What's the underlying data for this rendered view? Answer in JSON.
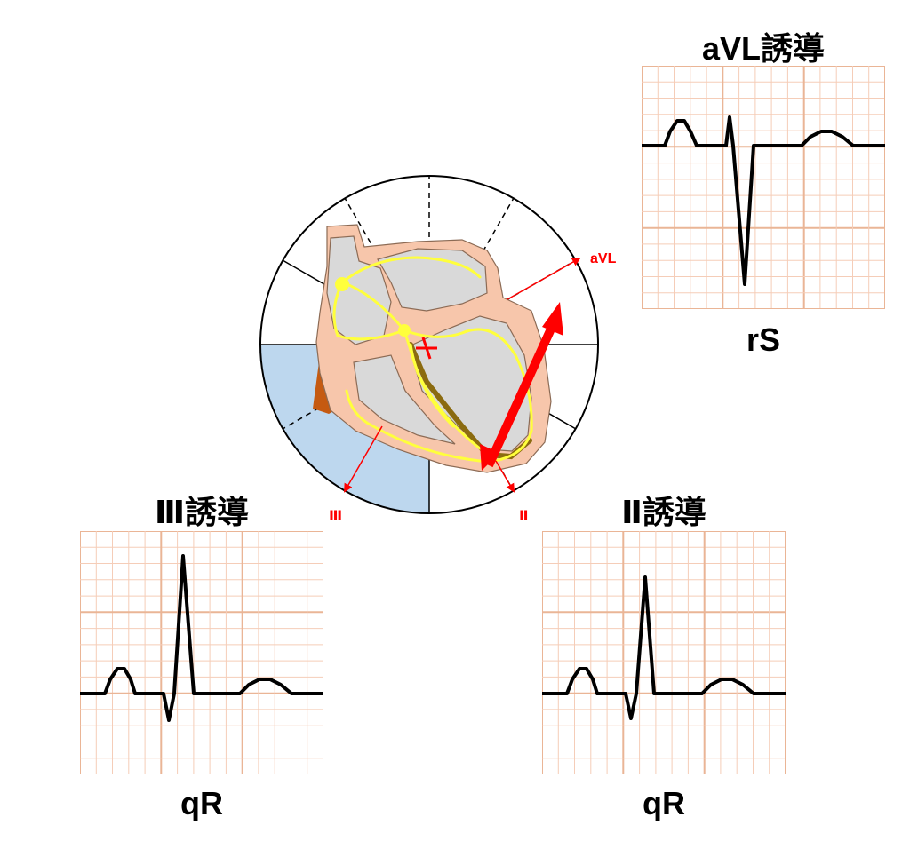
{
  "leads": {
    "avl": {
      "title": "aVL誘導",
      "pattern": "rS"
    },
    "iii": {
      "title": "Ⅲ誘導",
      "pattern": "qR"
    },
    "ii": {
      "title": "Ⅱ誘導",
      "pattern": "qR"
    }
  },
  "axis_labels": {
    "avl": "aVL",
    "iii": "Ⅲ",
    "ii": "Ⅱ"
  },
  "colors": {
    "grid_minor": "#f5cdb8",
    "grid_major": "#eab596",
    "trace": "#000000",
    "axis_arrow": "#ff0000",
    "vector_arrow": "#ff0000",
    "conduction": "#ffff3c",
    "myocardium": "#f7c6ab",
    "cavity": "#d9d9d9",
    "vessel": "#c55a11",
    "shaded_sector": "#bdd7ee"
  }
}
